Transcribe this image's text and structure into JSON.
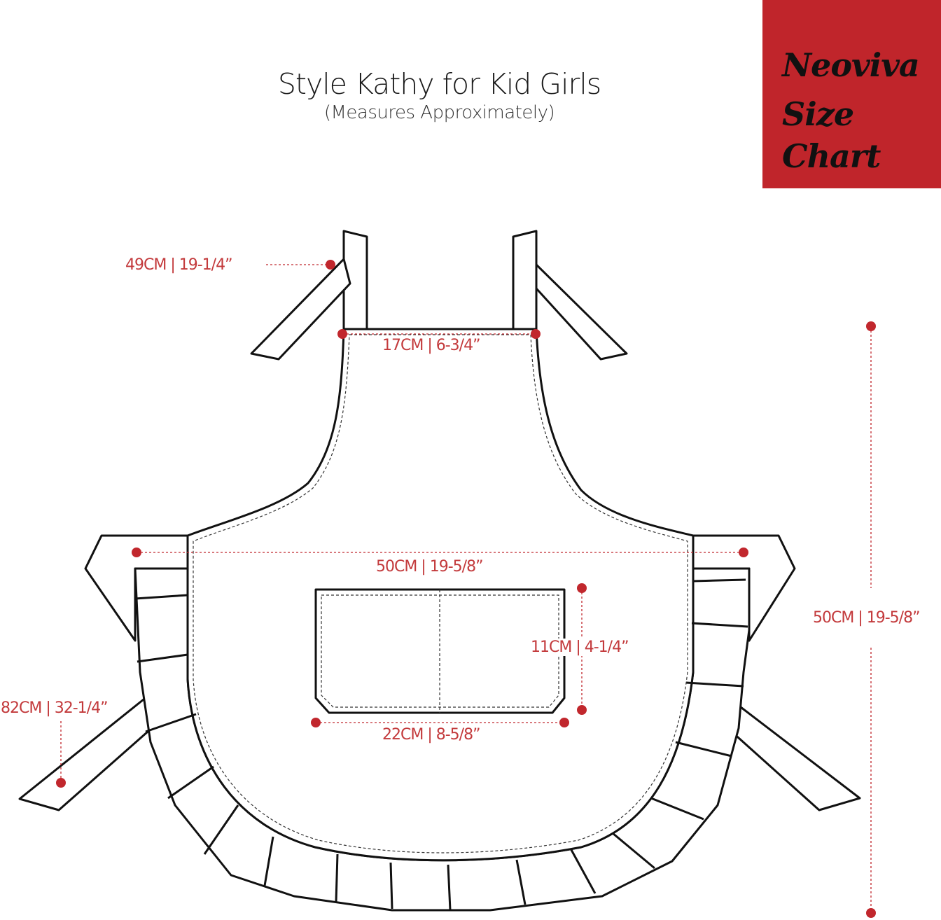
{
  "header": {
    "title": "Style Kathy for Kid Girls",
    "subtitle": "(Measures Approximately)"
  },
  "brand": {
    "line1": "Neoviva",
    "line2": "Size",
    "line3": "Chart",
    "background_color": "#c0252b"
  },
  "measurements": {
    "neck_strap": "49CM | 19-1/4”",
    "neck_width": "17CM | 6-3/4”",
    "chest_width": "50CM | 19-5/8”",
    "total_length": "50CM | 19-5/8”",
    "pocket_height": "11CM | 4-1/4”",
    "pocket_width": "22CM | 8-5/8”",
    "waist_tie": "82CM | 32-1/4”"
  },
  "colors": {
    "marker": "#c1272d",
    "outline": "#111111"
  }
}
